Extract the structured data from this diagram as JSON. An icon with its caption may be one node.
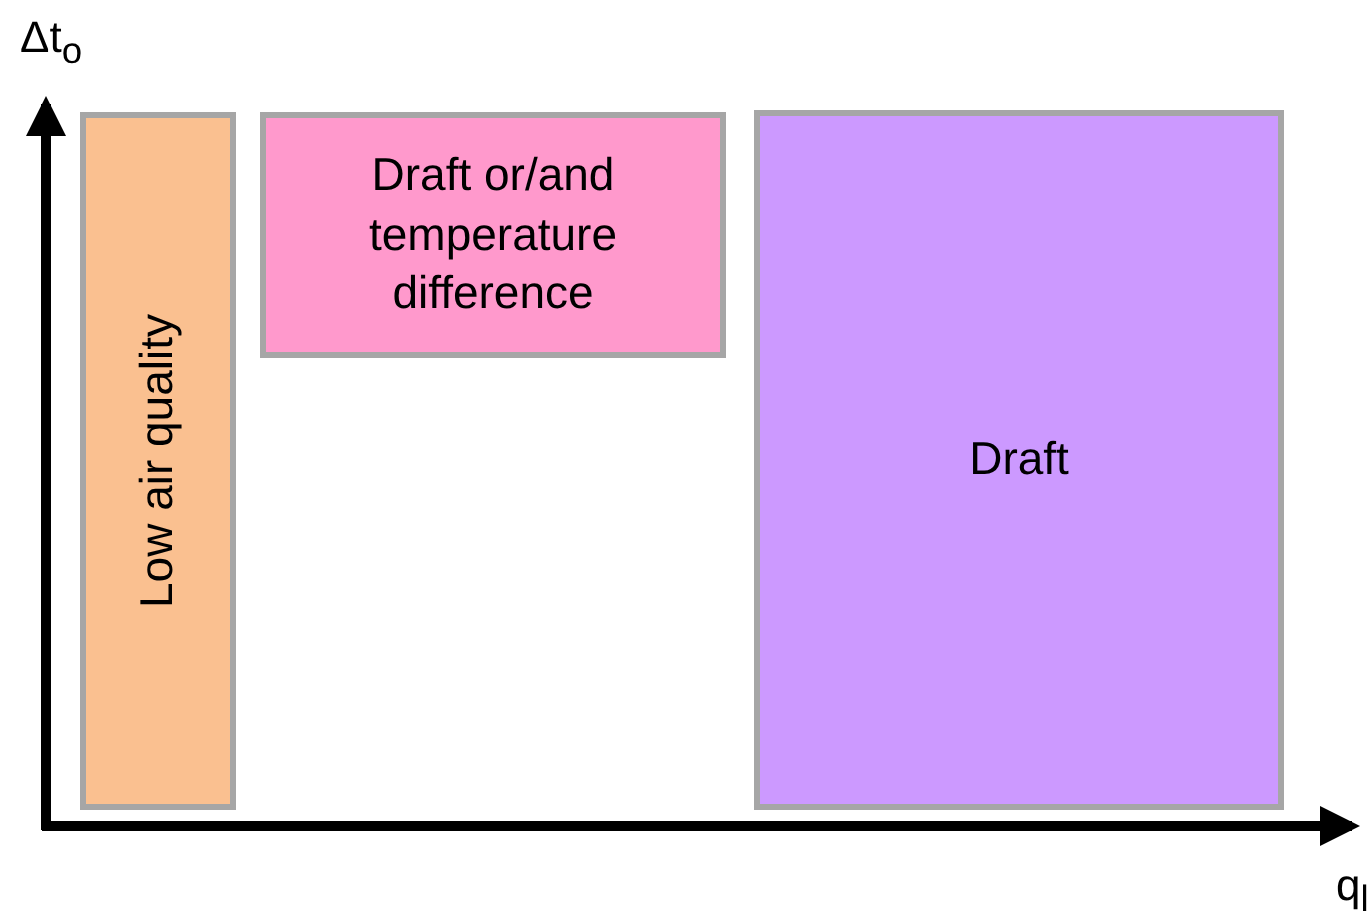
{
  "diagram": {
    "nodes": [
      {
        "text": [
          "Low air quality"
        ]
      },
      {
        "text": [
          "Draft or/and temperature difference"
        ]
      },
      {
        "text": [
          "Draft"
        ]
      }
    ],
    "labels": [
      "Δt$_{o}$",
      "q$_{l}$"
    ]
  }
}
